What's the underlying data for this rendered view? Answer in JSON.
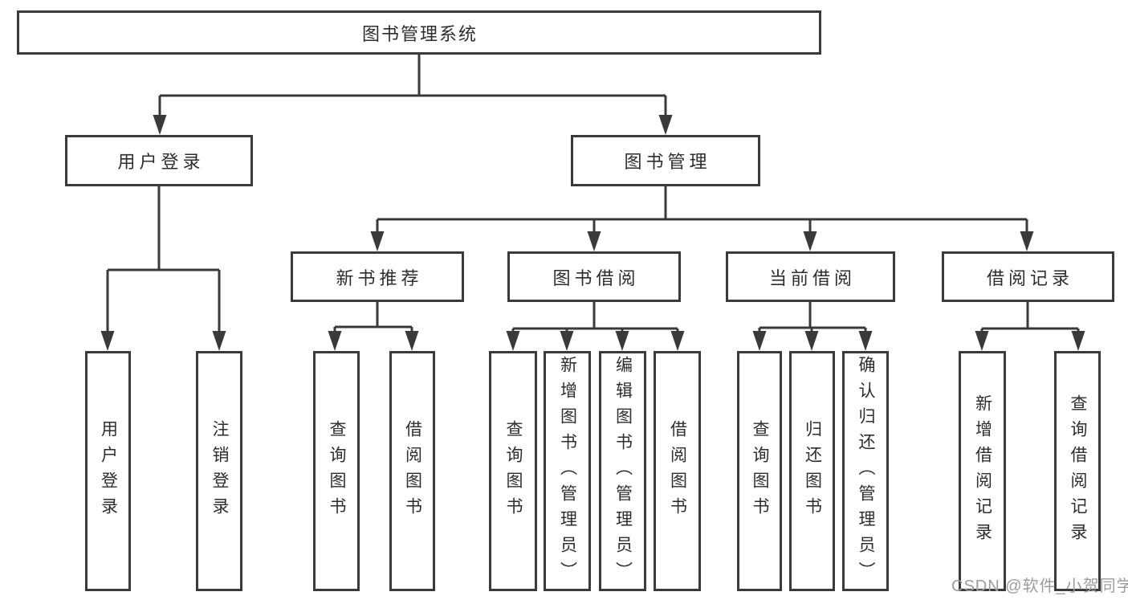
{
  "diagram": {
    "root": {
      "label": "图书管理系统"
    },
    "level2": [
      {
        "label": "用户登录"
      },
      {
        "label": "图书管理"
      }
    ],
    "level3": [
      {
        "label": "新书推荐"
      },
      {
        "label": "图书借阅"
      },
      {
        "label": "当前借阅"
      },
      {
        "label": "借阅记录"
      }
    ],
    "leaves": {
      "user": [
        {
          "label": "用户登录"
        },
        {
          "label": "注销登录"
        }
      ],
      "recommend": [
        {
          "label": "查询图书"
        },
        {
          "label": "借阅图书"
        }
      ],
      "borrow": [
        {
          "label": "查询图书"
        },
        {
          "label": "新增图书（管理员）"
        },
        {
          "label": "编辑图书（管理员）"
        },
        {
          "label": "借阅图书"
        }
      ],
      "current": [
        {
          "label": "查询图书"
        },
        {
          "label": "归还图书"
        },
        {
          "label": "确认归还（管理员）"
        }
      ],
      "records": [
        {
          "label": "新增借阅记录"
        },
        {
          "label": "查询借阅记录"
        }
      ]
    }
  },
  "watermark": {
    "text": "CSDN @软件_小贺同学"
  },
  "colors": {
    "line": "#3a3a3a",
    "text": "#2d2d2d",
    "background": "#ffffff",
    "watermark": "#9c9c9c"
  }
}
